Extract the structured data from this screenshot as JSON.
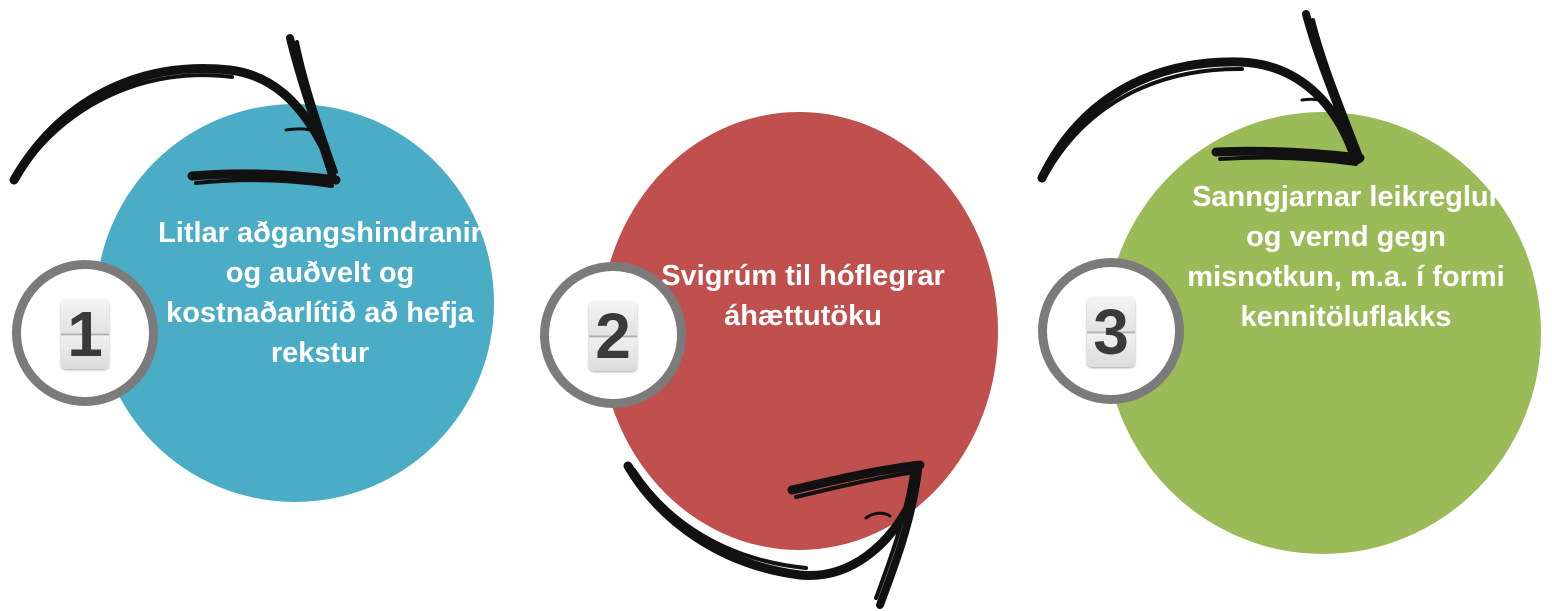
{
  "steps": [
    {
      "number": "1",
      "text": "Litlar aðgangshindranir og auðvelt og kostnaðarlítið að hefja rekstur",
      "color": "#4BACC6"
    },
    {
      "number": "2",
      "text": "Svigrúm til hóflegrar áhættutöku",
      "color": "#C0504D"
    },
    {
      "number": "3",
      "text": "Sanngjarnar leikreglur og vernd gegn misnotkun, m.a. í formi kennitöluflakks",
      "color": "#9BBB59"
    }
  ],
  "colors": {
    "badge_ring": "#7B7B7B",
    "arrow": "#111111",
    "text": "#FFFFFF"
  }
}
